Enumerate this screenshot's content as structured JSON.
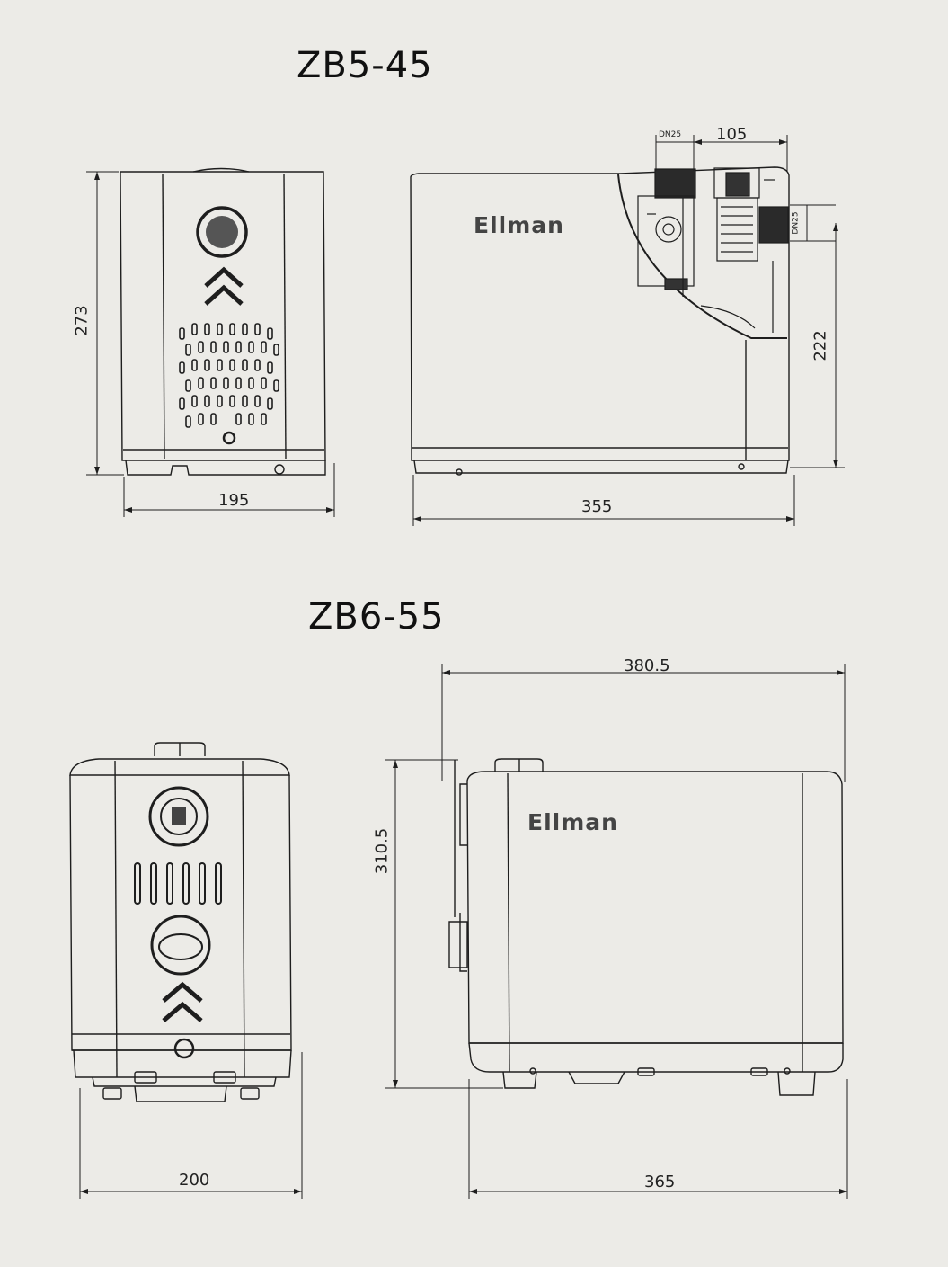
{
  "models": [
    {
      "name": "ZB5-45",
      "brand": "Ellman",
      "front_view": {
        "width": "195",
        "height": "273"
      },
      "side_view": {
        "length": "355",
        "outlet_height": "222",
        "port_spacing": "105",
        "inlet_port": "DN25",
        "outlet_port": "DN25"
      }
    },
    {
      "name": "ZB6-55",
      "brand": "Ellman",
      "front_view": {
        "width": "200"
      },
      "side_view": {
        "overall_length": "380.5",
        "body_length": "365",
        "height": "310.5"
      }
    }
  ]
}
